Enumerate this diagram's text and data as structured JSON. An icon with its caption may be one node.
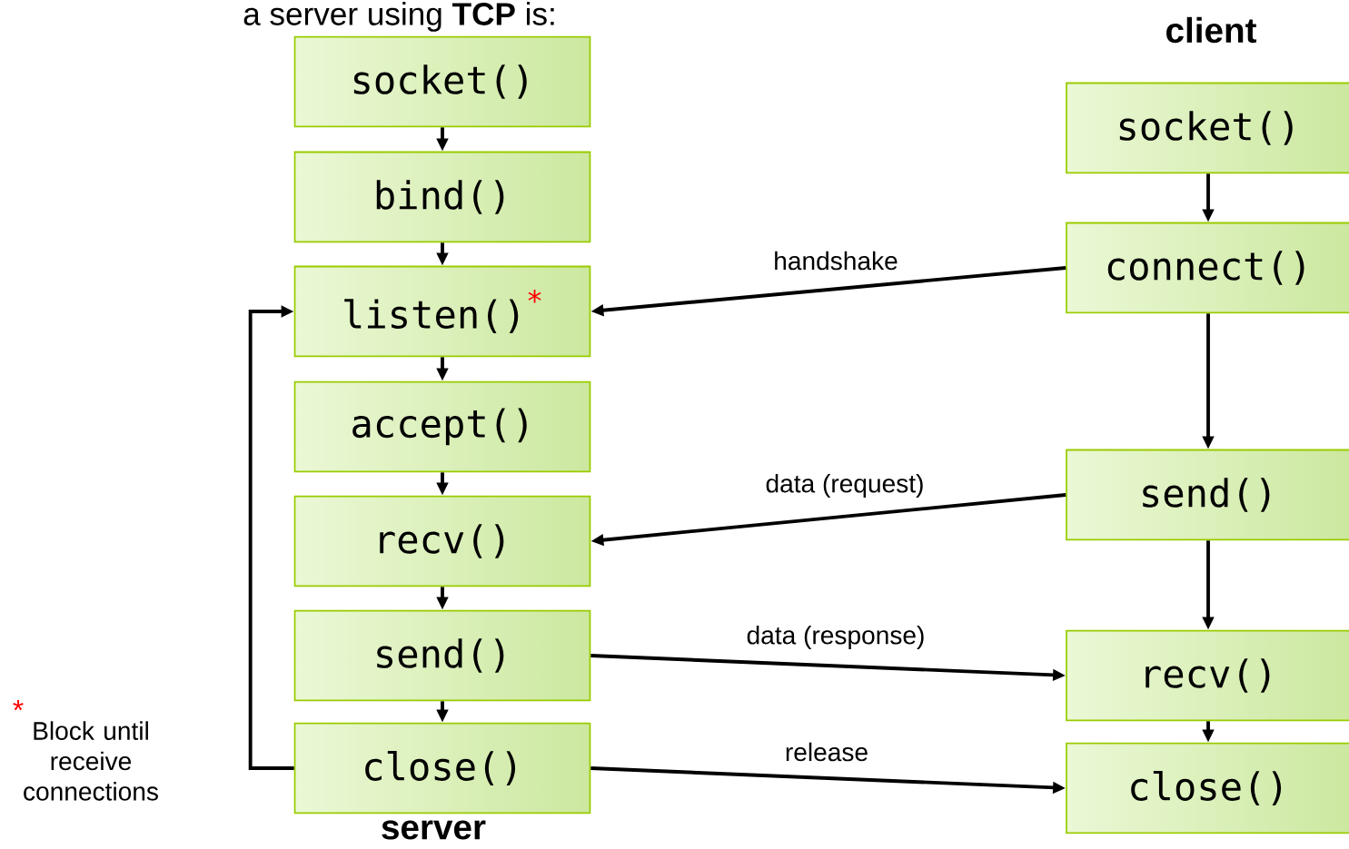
{
  "diagram": {
    "title": "a server using **TCP** is:",
    "nodes": [
      {
        "text": [
          "socket()"
        ]
      },
      {
        "text": [
          "bind()"
        ]
      },
      {
        "text": [
          "listen()",
          "*"
        ]
      },
      {
        "text": [
          "accept()"
        ]
      },
      {
        "text": [
          "recv()"
        ]
      },
      {
        "text": [
          "send()"
        ]
      },
      {
        "text": [
          "close()"
        ]
      },
      {
        "text": [
          "socket()"
        ]
      },
      {
        "text": [
          "connect()"
        ]
      },
      {
        "text": [
          "send()"
        ]
      },
      {
        "text": [
          "recv()"
        ]
      },
      {
        "text": [
          "close()"
        ]
      }
    ],
    "edges": [
      {
        "from": 0,
        "to": 1,
        "arrow": "to"
      },
      {
        "from": 1,
        "to": 2,
        "arrow": "to"
      },
      {
        "from": 2,
        "to": 3,
        "arrow": "to"
      },
      {
        "from": 3,
        "to": 4,
        "arrow": "to"
      },
      {
        "from": 4,
        "to": 5,
        "arrow": "to"
      },
      {
        "from": 5,
        "to": 6,
        "arrow": "to"
      },
      {
        "from": 6,
        "to": 2,
        "arrow": "to"
      },
      {
        "from": 7,
        "to": 8,
        "arrow": "to"
      },
      {
        "from": 8,
        "to": 9,
        "arrow": "to"
      },
      {
        "from": 9,
        "to": 10,
        "arrow": "to"
      },
      {
        "from": 10,
        "to": 11,
        "arrow": "to"
      },
      {
        "from": 8,
        "to": 2,
        "arrow": "to",
        "label": "handshake"
      },
      {
        "from": 9,
        "to": 4,
        "arrow": "to",
        "label": "data (request)"
      },
      {
        "from": 5,
        "to": 10,
        "arrow": "to",
        "label": "data (response)"
      },
      {
        "from": 6,
        "to": 11,
        "arrow": "to",
        "label": "release"
      }
    ],
    "labels": [
      "client",
      "server",
      "*",
      "Block until receive connections"
    ]
  }
}
